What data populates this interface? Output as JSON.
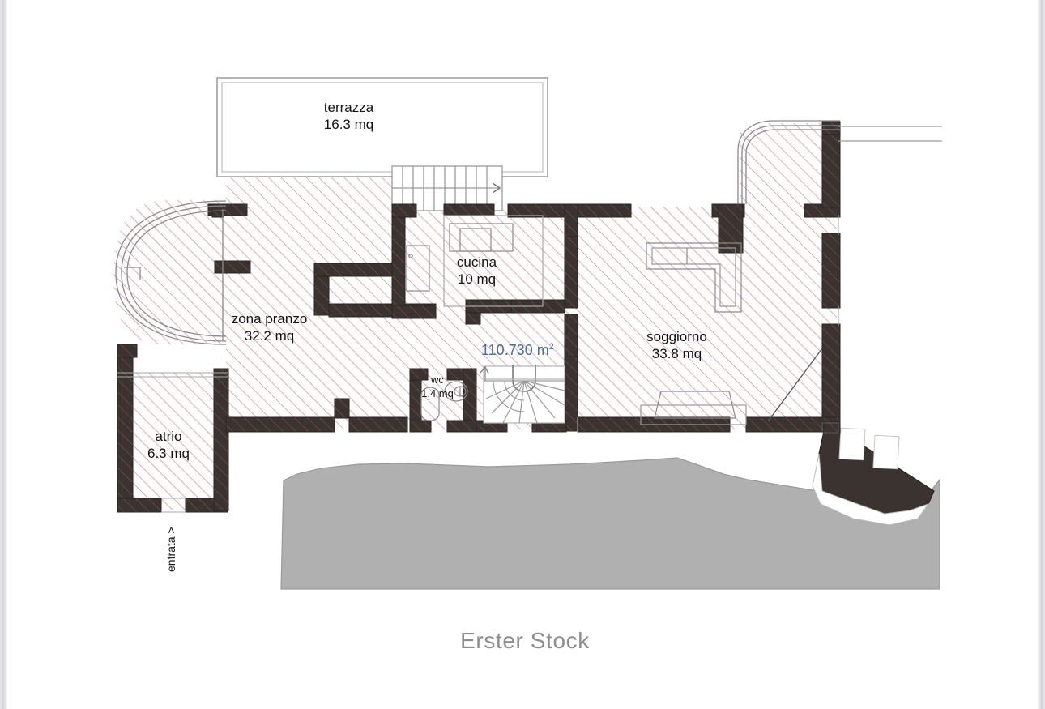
{
  "floor_plan": {
    "title": "Erster Stock",
    "total_area": "110.730 m",
    "total_area_sup": "2",
    "total_area_color": "#4b6d9b",
    "entrance_label": "entrata >",
    "wall_color": "#3b3330",
    "hatch_color": "#c9a0a0",
    "terrain_color": "#b0b0b0",
    "rooms": [
      {
        "name": "terrazza",
        "area": "16.3 mq"
      },
      {
        "name": "zona pranzo",
        "area": "32.2 mq"
      },
      {
        "name": "cucina",
        "area": "10 mq"
      },
      {
        "name": "soggiorno",
        "area": "33.8 mq"
      },
      {
        "name": "wc",
        "area": "1.4 mq"
      },
      {
        "name": "atrio",
        "area": "6.3 mq"
      }
    ]
  }
}
